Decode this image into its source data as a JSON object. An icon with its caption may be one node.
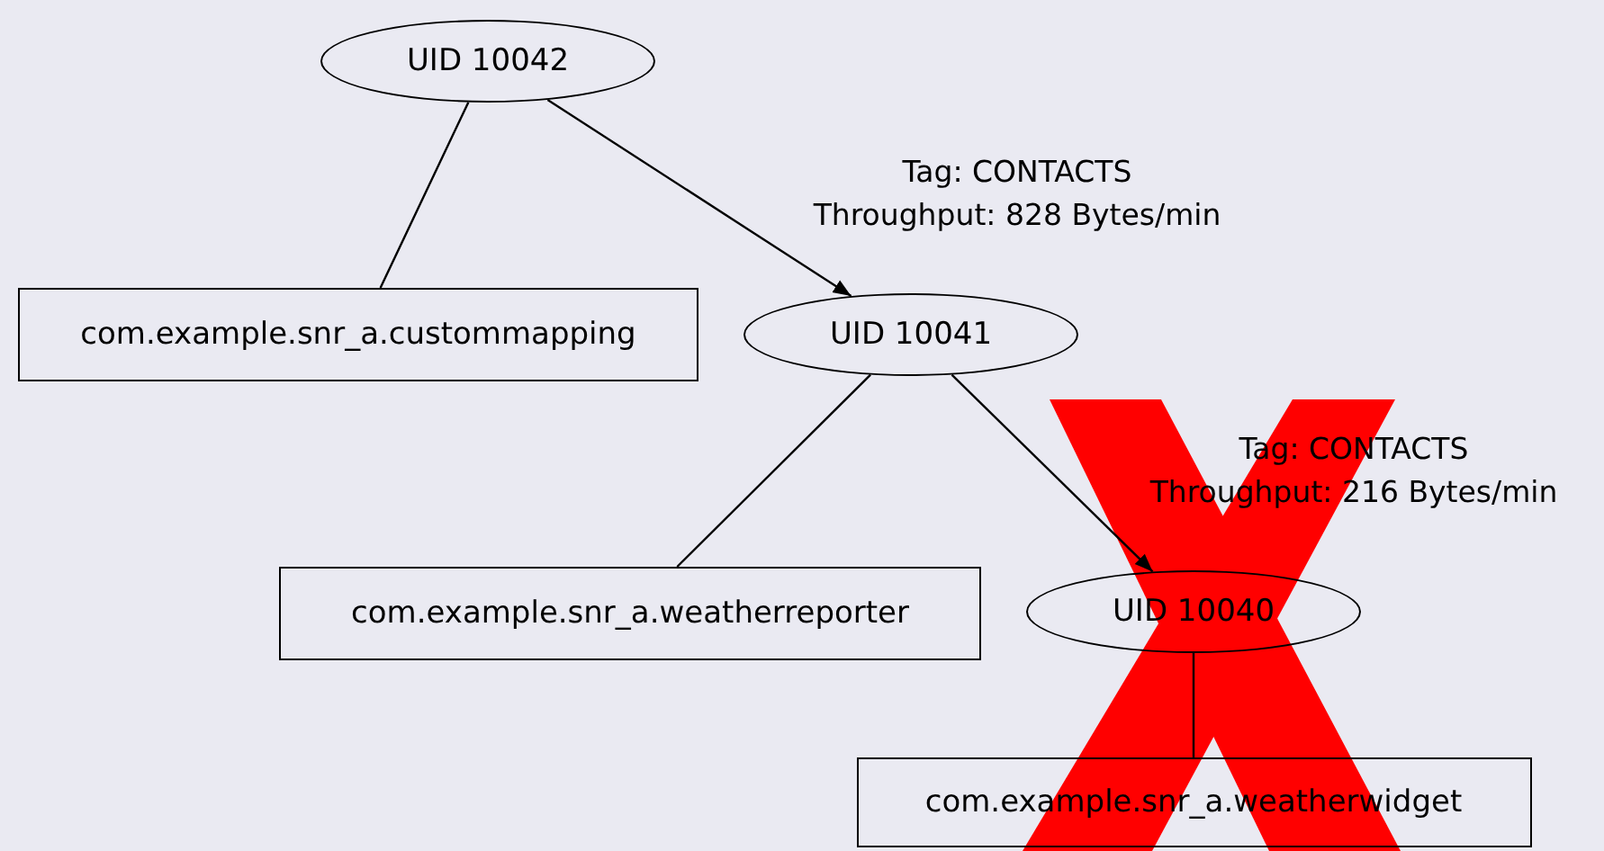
{
  "diagram": {
    "nodes": [
      {
        "text": [
          "UID 10042"
        ]
      },
      {
        "text": [
          "com.example.snr_a.custommapping"
        ]
      },
      {
        "text": [
          "UID 10041"
        ]
      },
      {
        "text": [
          "com.example.snr_a.weatherreporter"
        ]
      },
      {
        "text": [
          "UID 10040"
        ]
      },
      {
        "text": [
          "com.example.snr_a.weatherwidget"
        ]
      }
    ],
    "edges": [
      {
        "from": 0,
        "to": 1,
        "arrow": "none"
      },
      {
        "from": 0,
        "to": 2,
        "arrow": "to",
        "label": "Tag: CONTACTS Throughput: 828 Bytes/min"
      },
      {
        "from": 2,
        "to": 3,
        "arrow": "none"
      },
      {
        "from": 2,
        "to": 4,
        "arrow": "to",
        "label": "Tag: CONTACTS Throughput: 216 Bytes/min"
      },
      {
        "from": 4,
        "to": 5,
        "arrow": "none"
      }
    ]
  }
}
